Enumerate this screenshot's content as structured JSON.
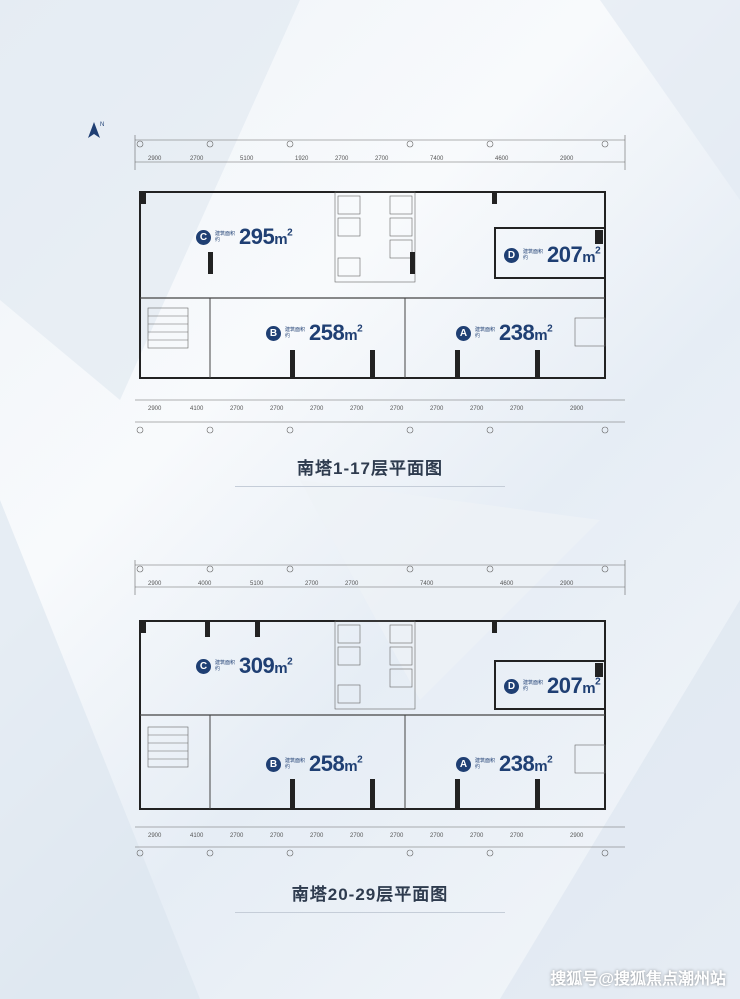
{
  "plans": [
    {
      "title": "南塔1-17层平面图",
      "units": [
        {
          "id": "C",
          "sub": "建筑面积约",
          "area": "295",
          "unit": "m",
          "exp": "2"
        },
        {
          "id": "D",
          "sub": "建筑面积约",
          "area": "207",
          "unit": "m",
          "exp": "2"
        },
        {
          "id": "B",
          "sub": "建筑面积约",
          "area": "258",
          "unit": "m",
          "exp": "2"
        },
        {
          "id": "A",
          "sub": "建筑面积约",
          "area": "238",
          "unit": "m",
          "exp": "2"
        }
      ],
      "dims_top": [
        "2900",
        "2700",
        "5100",
        "1920",
        "2700",
        "2700",
        "7400",
        "4600",
        "2900"
      ],
      "dims_bottom": [
        "2900",
        "4100",
        "2700",
        "2700",
        "2700",
        "2700",
        "2700",
        "2700",
        "2700",
        "2700",
        "2900"
      ]
    },
    {
      "title": "南塔20-29层平面图",
      "units": [
        {
          "id": "C",
          "sub": "建筑面积约",
          "area": "309",
          "unit": "m",
          "exp": "2"
        },
        {
          "id": "D",
          "sub": "建筑面积约",
          "area": "207",
          "unit": "m",
          "exp": "2"
        },
        {
          "id": "B",
          "sub": "建筑面积约",
          "area": "258",
          "unit": "m",
          "exp": "2"
        },
        {
          "id": "A",
          "sub": "建筑面积约",
          "area": "238",
          "unit": "m",
          "exp": "2"
        }
      ],
      "dims_top": [
        "2900",
        "4000",
        "5100",
        "2700",
        "2700",
        "7400",
        "4600",
        "2900"
      ],
      "dims_bottom": [
        "2900",
        "4100",
        "2700",
        "2700",
        "2700",
        "2700",
        "2700",
        "2700",
        "2700",
        "2700",
        "2900"
      ]
    }
  ],
  "north": "N",
  "watermark": "搜狐号@搜狐焦点潮州站",
  "accent": "#1f3f73"
}
